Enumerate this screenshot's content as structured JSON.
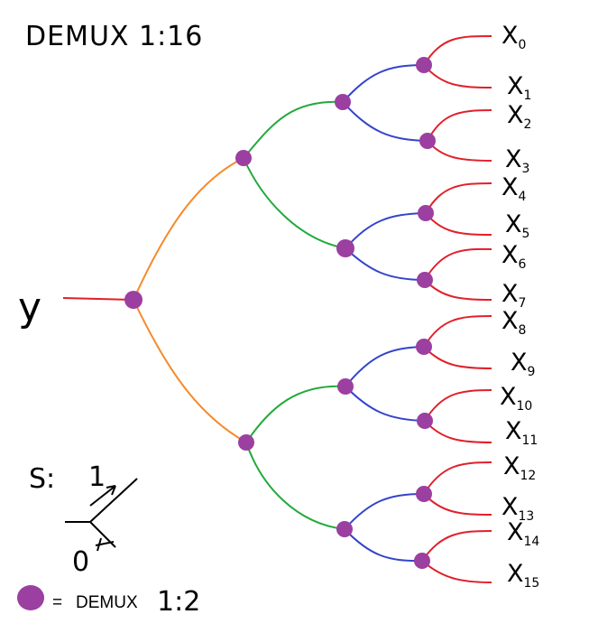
{
  "title": "DEMUX 1:16",
  "input_label": "y",
  "outputs": [
    {
      "base": "X",
      "sub": "0"
    },
    {
      "base": "X",
      "sub": "1"
    },
    {
      "base": "X",
      "sub": "2"
    },
    {
      "base": "X",
      "sub": "3"
    },
    {
      "base": "X",
      "sub": "4"
    },
    {
      "base": "X",
      "sub": "5"
    },
    {
      "base": "X",
      "sub": "6"
    },
    {
      "base": "X",
      "sub": "7"
    },
    {
      "base": "X",
      "sub": "8"
    },
    {
      "base": "X",
      "sub": "9"
    },
    {
      "base": "X",
      "sub": "10"
    },
    {
      "base": "X",
      "sub": "11"
    },
    {
      "base": "X",
      "sub": "12"
    },
    {
      "base": "X",
      "sub": "13"
    },
    {
      "base": "X",
      "sub": "14"
    },
    {
      "base": "X",
      "sub": "15"
    }
  ],
  "select": {
    "label": "S:",
    "one": "1",
    "zero": "0"
  },
  "legend": {
    "equals": "=",
    "text": "DEMUX",
    "ratio": "1:2"
  },
  "colors": {
    "node": "#9b3fa0",
    "input_wire": "#e0202a",
    "level1_wire": "#f58a2a",
    "level2_wire": "#22aa3a",
    "level3_wire": "#3344cc",
    "level4_wire": "#e0202a"
  }
}
